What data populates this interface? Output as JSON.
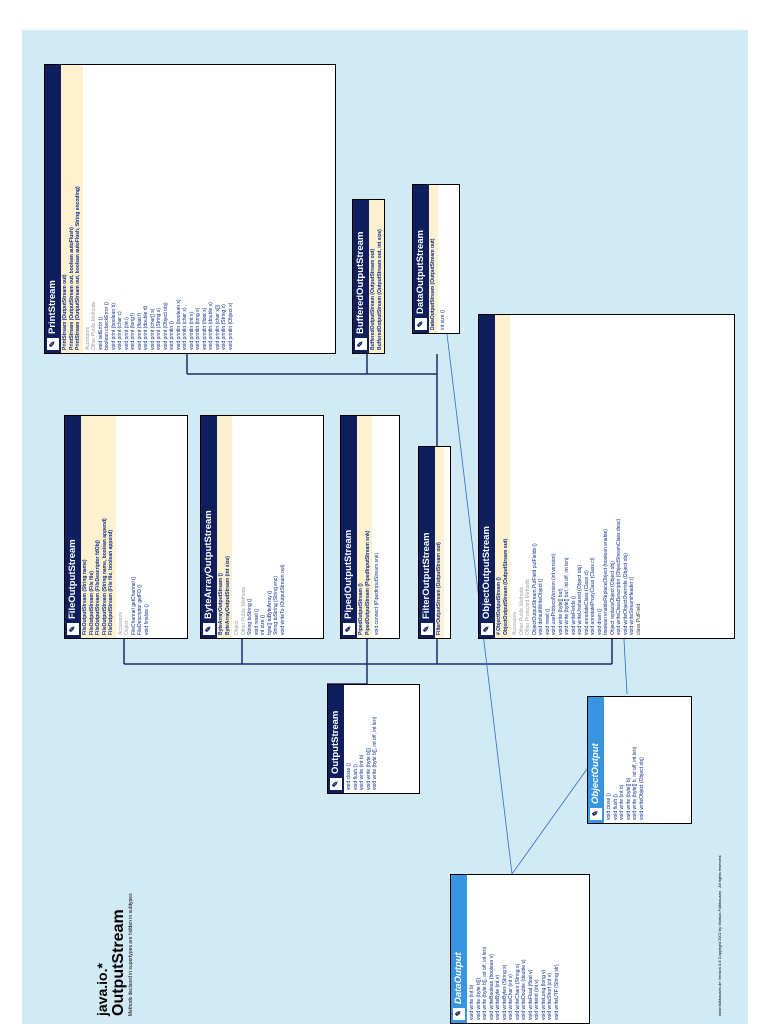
{
  "header": {
    "package": "java.io.*",
    "class_name": "OutputStream",
    "note": "Methods declared in supertypes are hidden in subtypes",
    "footer": "www.falkhausen.de Version 0.8 Copyright 2002 by Markus Falkhausen . All rights reserved."
  },
  "colors": {
    "page_bg": "#d2eaf4",
    "class_header": "#0f1f5e",
    "interface_header": "#3a95e0",
    "ctor_bg": "#fdf1cf",
    "line": "#1a2a6e"
  },
  "classes": {
    "print": {
      "title": "PrintStream",
      "ctors": [
        "PrintStream (OutputStream out)",
        "PrintStream (OutputStream out, boolean autoFlush)",
        "PrintStream (OutputStream out, boolean autoFlush, String encoding)"
      ],
      "sections": [
        "Accessors",
        "Other Public Methods"
      ],
      "methods": [
        "void setError ()",
        "boolean checkError ()",
        "void print (boolean b)",
        "void print (char c)",
        "void print (int i)",
        "void print (long l)",
        "void print (float f)",
        "void print (double d)",
        "void print (char[] s)",
        "void print (String s)",
        "void print (Object obj)",
        "void println ()",
        "void println (boolean x)",
        "void println (char x)",
        "void println (int x)",
        "void println (long x)",
        "void println (float x)",
        "void println (double x)",
        "void println (char x[])",
        "void println (String x)",
        "void println (Object x)"
      ]
    },
    "buffered": {
      "title": "BufferedOutputStream",
      "ctors": [
        "BufferedOutputStream (OutputStream out)",
        "BufferedOutputStream (OutputStream out, int size)"
      ]
    },
    "data": {
      "title": "DataOutputStream",
      "ctors": [
        "DataOutputStream (OutputStream out)"
      ],
      "methods": [
        "int size ()"
      ]
    },
    "file": {
      "title": "FileOutputStream",
      "ctors": [
        "FileOutputStream (String name)",
        "FileOutputStream (File file)",
        "FileOutputStream (FileDescriptor fdObj)",
        "FileOutputStream (String name, boolean append)",
        "FileOutputStream (File file, boolean append)"
      ],
      "sections": [
        "Accessors",
        "Object"
      ],
      "methods": [
        "FileChannel getChannel ()",
        "FileDescriptor getFD ()",
        "void finalize ()"
      ]
    },
    "bytearray": {
      "title": "ByteArrayOutputStream",
      "ctors": [
        "ByteArrayOutputStream ()",
        "ByteArrayOutputStream (int size)"
      ],
      "sections": [
        "Object",
        "Other Public Methods"
      ],
      "methods": [
        "String toString ()",
        "void reset ()",
        "int size ()",
        "byte[] toByteArray ()",
        "String toString (String enc)",
        "void writeTo (OutputStream out)"
      ]
    },
    "piped": {
      "title": "PipedOutputStream",
      "ctors": [
        "PipedOutputStream ()",
        "PipedOutputStream (PipedInputStream snk)"
      ],
      "methods": [
        "void connect (PipedInputStream snk)"
      ]
    },
    "filter": {
      "title": "FilterOutputStream",
      "ctors": [
        "FilterOutputStream (OutputStream out)"
      ]
    },
    "object": {
      "title": "ObjectOutputStream",
      "ctors": [
        "# ObjectOutputStream ()",
        "ObjectOutputStream (OutputStream out)"
      ],
      "sections": [
        "Accessors",
        "Other Public Methods",
        "Other Protected Methods"
      ],
      "methods": [
        "ObjectOutputStream.PutField putFields ()",
        "void defaultWriteObject ()",
        "void reset ()",
        "void useProtocolVersion (int version)",
        "void write (byte[] buf)",
        "void write (byte[] buf, int off, int len)",
        "void writeFields ()",
        "void writeUnshared (Object obj)",
        "void annotateClass (Class cl)",
        "void annotateProxyClass (Class cl)",
        "void drain ()",
        "boolean enableReplaceObject (boolean enable)",
        "Object replaceObject (Object obj)",
        "void writeClassDescriptor (ObjectStreamClass desc)",
        "void writeObjectOverride (Object obj)",
        "void writeStreamHeader ()"
      ],
      "inner": "class PutField"
    },
    "outputstream": {
      "title": "OutputStream",
      "methods": [
        "void close ()",
        "void flush ()",
        "void write (int b)",
        "void write (byte b[])",
        "void write (byte b[], int off, int len)"
      ]
    },
    "objectoutput": {
      "title": "ObjectOutput",
      "methods": [
        "void close ()",
        "void flush ()",
        "void write (int b)",
        "void write (byte[] b)",
        "void write (byte[] b, int off, int len)",
        "void writeObject (Object obj)"
      ]
    },
    "dataoutput": {
      "title": "DataOutput",
      "methods": [
        "void write (int b)",
        "void write (byte b[])",
        "void write (byte b[], int off, int len)",
        "void writeBoolean (boolean v)",
        "void writeByte (int v)",
        "void writeBytes (String s)",
        "void writeChar (int v)",
        "void writeChars (String s)",
        "void writeDouble (double v)",
        "void writeFloat (float v)",
        "void writeInt (int v)",
        "void writeLong (long v)",
        "void writeShort (int v)",
        "void writeUTF (String str)"
      ]
    }
  }
}
